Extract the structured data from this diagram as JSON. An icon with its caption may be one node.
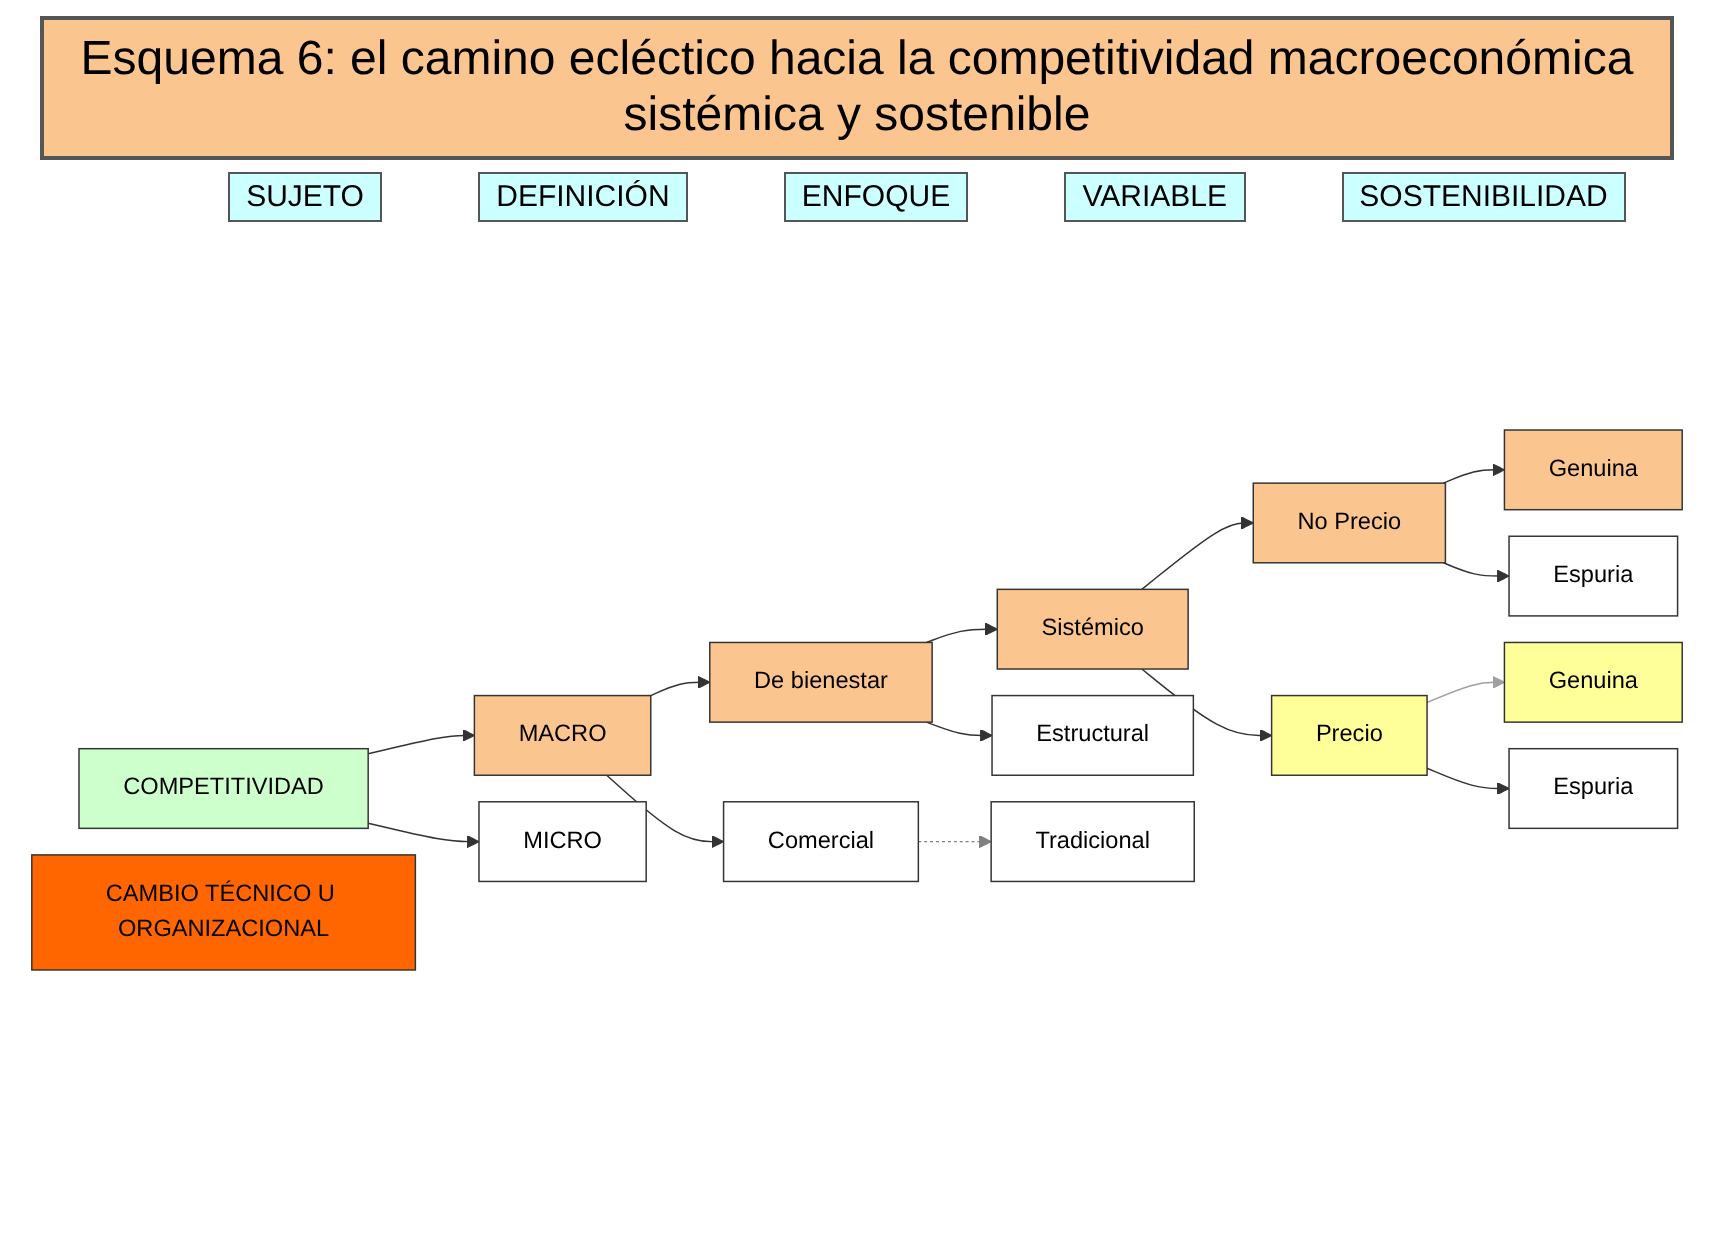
{
  "diagram": {
    "title": "Esquema 6: el camino ecléctico hacia la competitividad macroeconómica sistémica y sostenible",
    "nodes": [
      {
        "text": [
          "COMPETITIVIDAD"
        ]
      },
      {
        "text": [
          "MACRO"
        ]
      },
      {
        "text": [
          "MICRO"
        ]
      },
      {
        "text": [
          "De bienestar"
        ]
      },
      {
        "text": [
          "Comercial"
        ]
      },
      {
        "text": [
          "Sistémico"
        ]
      },
      {
        "text": [
          "Estructural"
        ]
      },
      {
        "text": [
          "Tradicional"
        ]
      },
      {
        "text": [
          "No Precio"
        ]
      },
      {
        "text": [
          "Precio"
        ]
      },
      {
        "text": [
          "Genuina"
        ]
      },
      {
        "text": [
          "Espuria"
        ]
      },
      {
        "text": [
          "Genuina"
        ]
      },
      {
        "text": [
          "Espuria"
        ]
      },
      {
        "text": [
          "CAMBIO TÉCNICO U ORGANIZACIONAL"
        ]
      }
    ],
    "edges": [
      {
        "from": 0,
        "to": 1,
        "arrow": "to"
      },
      {
        "from": 0,
        "to": 2,
        "arrow": "to"
      },
      {
        "from": 1,
        "to": 3,
        "arrow": "to"
      },
      {
        "from": 1,
        "to": 4,
        "arrow": "to"
      },
      {
        "from": 3,
        "to": 5,
        "arrow": "to"
      },
      {
        "from": 3,
        "to": 6,
        "arrow": "to"
      },
      {
        "from": 4,
        "to": 7,
        "arrow": "to",
        "style": "dashed",
        "color": "#808080"
      },
      {
        "from": 5,
        "to": 8,
        "arrow": "to"
      },
      {
        "from": 5,
        "to": 9,
        "arrow": "to"
      },
      {
        "from": 8,
        "to": 10,
        "arrow": "to"
      },
      {
        "from": 8,
        "to": 11,
        "arrow": "to"
      },
      {
        "from": 9,
        "to": 12,
        "arrow": "to",
        "color": "#a0a0a0"
      },
      {
        "from": 9,
        "to": 13,
        "arrow": "to"
      }
    ],
    "labels": [
      "SUJETO",
      "DEFINICIÓN",
      "ENFOQUE",
      "VARIABLE",
      "SOSTENIBILIDAD"
    ]
  }
}
